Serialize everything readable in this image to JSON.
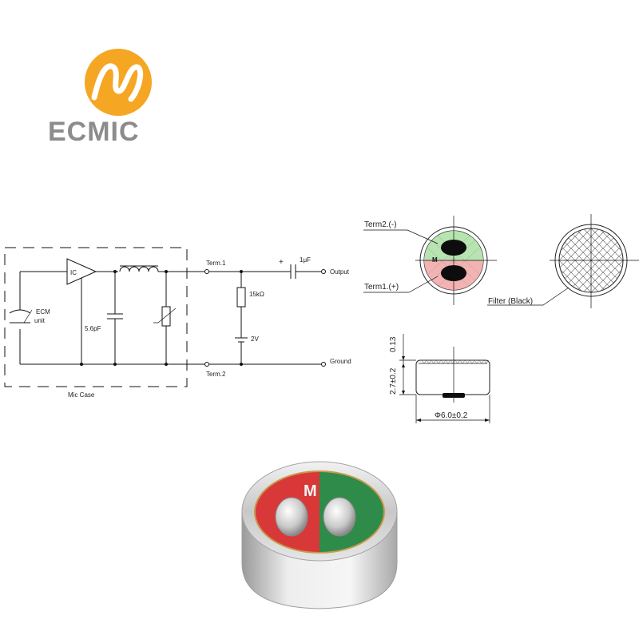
{
  "brand": {
    "name": "ECMIC",
    "logo_color": "#f5a623",
    "text_color": "#8c8c8c"
  },
  "circuit": {
    "ecm_label_1": "ECM",
    "ecm_label_2": "unit",
    "ic_label": "IC",
    "cap_label": "5.6pF",
    "term1": "Term.1",
    "term2": "Term.2",
    "mic_case": "Mic Case",
    "resistor": "15kΩ",
    "voltage": "2V",
    "plus": "+",
    "capacitor": "1μF",
    "output": "Output",
    "ground": "Ground"
  },
  "terminals": {
    "term2_label": "Term2.(-)",
    "term1_label": "Term1.(+)",
    "m_mark": "M",
    "green": "#b7e4b0",
    "red": "#f3b3b3"
  },
  "filter": {
    "label": "Filter (Black)"
  },
  "dimensions": {
    "top": "0.13",
    "height": "2.7±0.2",
    "diameter": "Φ6.0±0.2"
  },
  "photo": {
    "m_mark": "M",
    "red": "#d93838",
    "green": "#2e8b4a",
    "rim": "#cfcfcf"
  }
}
